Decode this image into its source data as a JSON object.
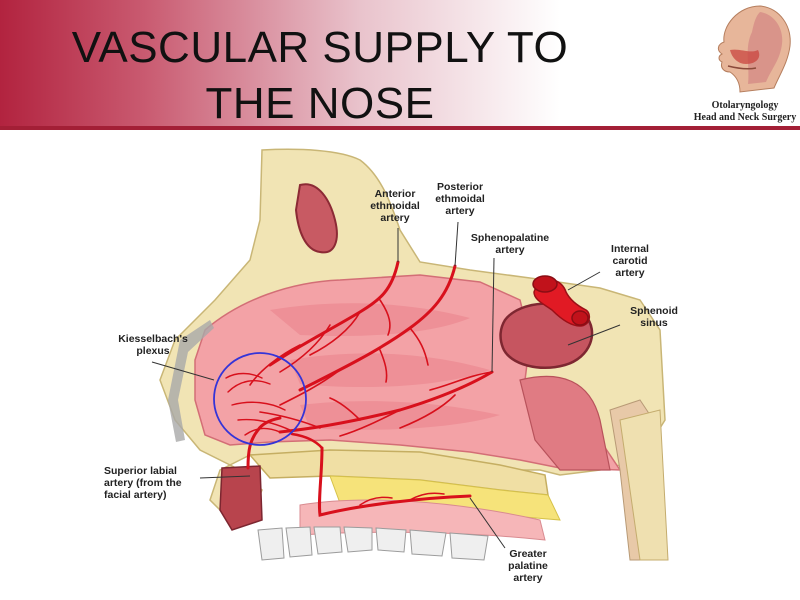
{
  "slide": {
    "title_line1": "VASCULAR SUPPLY TO",
    "title_line2": "THE NOSE"
  },
  "logo": {
    "line1": "Otolaryngology",
    "line2": "Head and Neck Surgery",
    "icon": "head-anatomy-icon"
  },
  "labels": {
    "anterior_ethmoidal": "Anterior\nethmoidal\nartery",
    "posterior_ethmoidal": "Posterior\nethmoidal\nartery",
    "sphenopalatine": "Sphenopalatine\nartery",
    "internal_carotid": "Internal\ncarotid\nartery",
    "sphenoid_sinus": "Sphenoid\nsinus",
    "kiesselbach": "Kiesselbach's\nplexus",
    "superior_labial": "Superior labial\nartery (from the\nfacial artery)",
    "greater_palatine": "Greater\npalatine\nartery"
  },
  "colors": {
    "accent": "#a31f36",
    "artery": "#d8101c",
    "bone": "#efe3b5",
    "mucosa": "#f4a3a8",
    "plexus_circle": "#3434d8"
  }
}
